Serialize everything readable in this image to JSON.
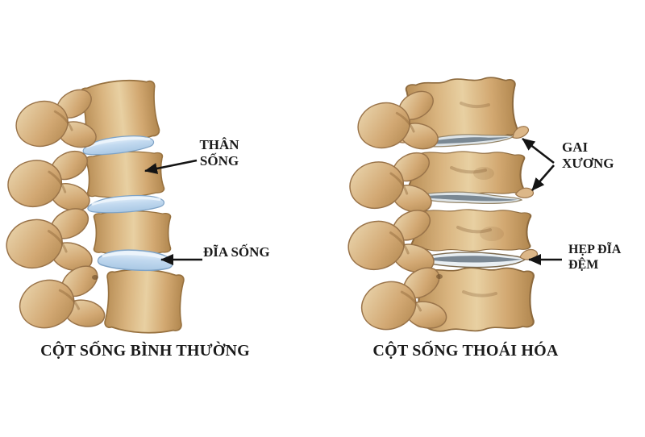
{
  "left_panel": {
    "caption": "CỘT SỐNG BÌNH THƯỜNG",
    "labels": {
      "vertebral_body": {
        "line1": "THÂN",
        "line2": "SỐNG"
      },
      "disc": "ĐĨA SỐNG"
    }
  },
  "right_panel": {
    "caption": "CỘT SỐNG THOÁI HÓA",
    "labels": {
      "bone_spur": {
        "line1": "GAI",
        "line2": "XƯƠNG"
      },
      "narrowed_disc": {
        "line1": "HẸP ĐĨA",
        "line2": "ĐỆM"
      }
    }
  },
  "colors": {
    "background": "#ffffff",
    "text": "#1b1b1b",
    "bone": "#d5ac74",
    "bone_highlight": "#ead3a6",
    "bone_shadow": "#b1874f",
    "bone_outline": "#97713f",
    "disc_blue": "#bcd8ee",
    "disc_degenerated": "#d8dfe3",
    "arrow": "#141414"
  }
}
